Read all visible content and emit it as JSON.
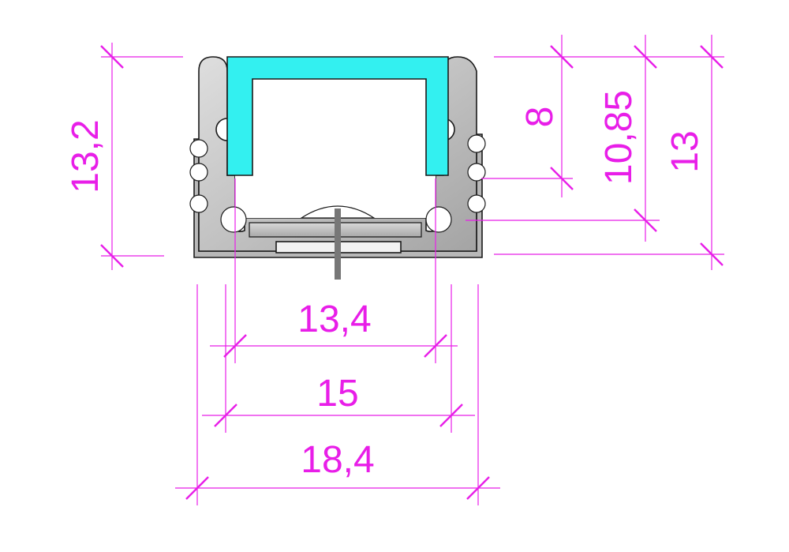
{
  "colors": {
    "dimension": "#e81ee8",
    "diffuser": "#33f0f0",
    "aluminium_light": "#e4e4e4",
    "aluminium_dark": "#9a9a9a",
    "outline": "#1a1a1a"
  },
  "dimensions": {
    "overall_height": "13,2",
    "diffuser_height": "8",
    "inner_height": "10,85",
    "profile_height": "13",
    "inner_width": "13,4",
    "mid_width": "15",
    "overall_width": "18,4"
  }
}
